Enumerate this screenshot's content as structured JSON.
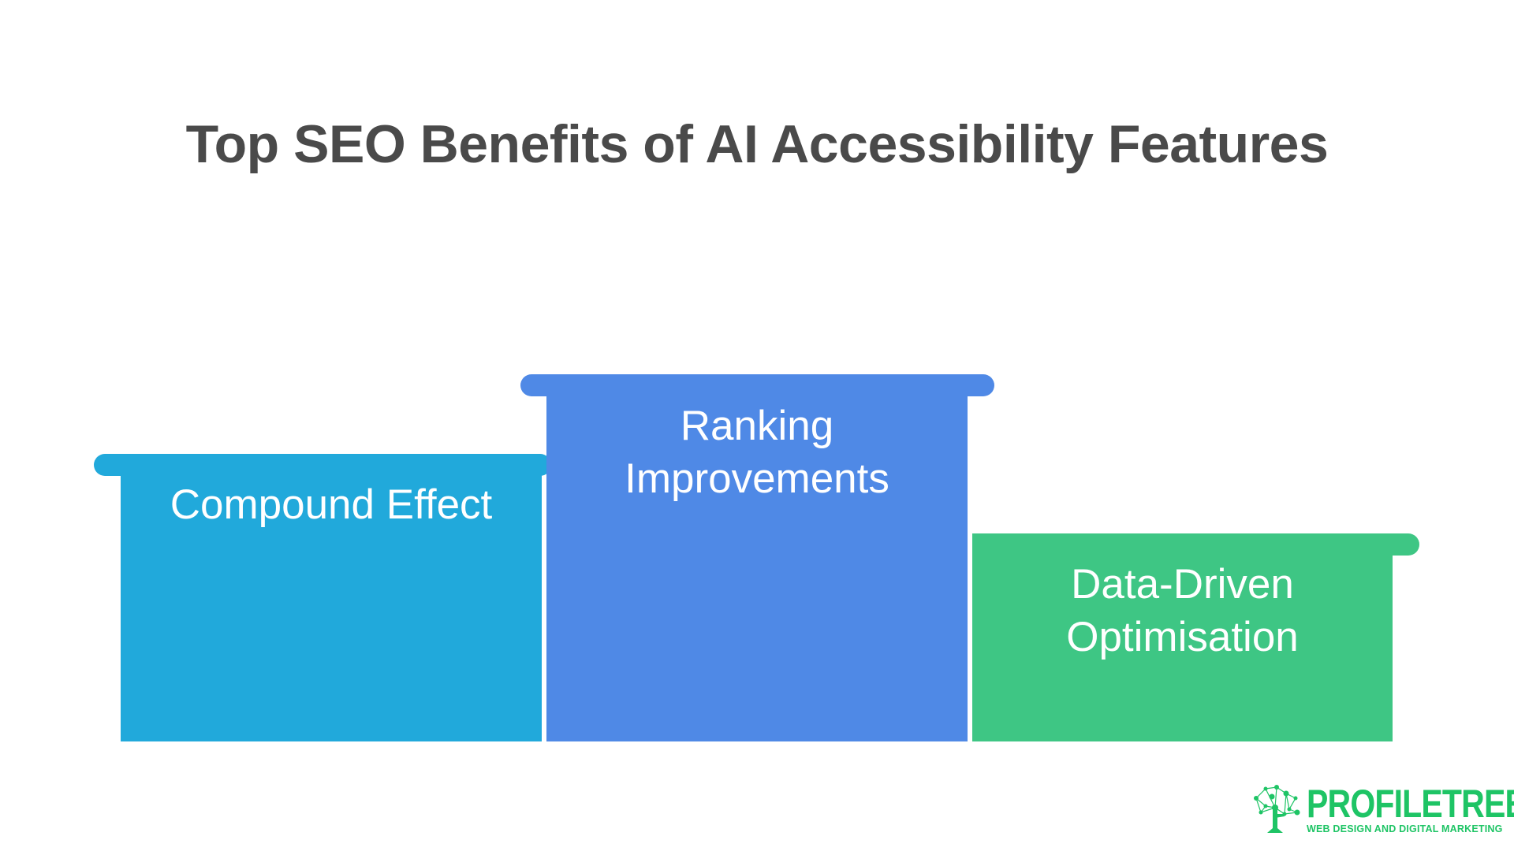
{
  "title": "Top SEO Benefits of AI Accessibility Features",
  "steps": [
    {
      "label": "Compound Effect",
      "color": "#21a9db",
      "rank": 2
    },
    {
      "label": "Ranking\nImprovements",
      "color": "#4f89e6",
      "rank": 1
    },
    {
      "label": "Data-Driven\nOptimisation",
      "color": "#3ec684",
      "rank": 3
    }
  ],
  "logo": {
    "name": "PROFILETREE",
    "tagline": "WEB DESIGN AND DIGITAL MARKETING",
    "color": "#1ec465",
    "icon": "tree-network-icon"
  }
}
